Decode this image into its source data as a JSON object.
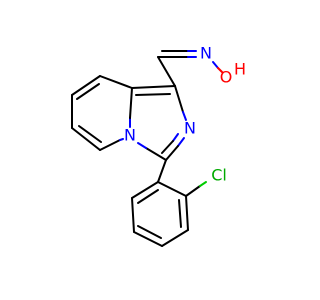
{
  "molecule": {
    "atoms": {
      "oxime_n": {
        "symbol": "N",
        "color": "#0000ff"
      },
      "oxime_o": {
        "symbol": "O",
        "color": "#ff0000"
      },
      "oxime_h": {
        "symbol": "H",
        "color": "#ff0000"
      },
      "ring_n2": {
        "symbol": "N",
        "color": "#0000ff"
      },
      "ring_n4": {
        "symbol": "N",
        "color": "#0000ff"
      },
      "chlorine": {
        "symbol": "Cl",
        "color": "#00aa00"
      }
    }
  }
}
